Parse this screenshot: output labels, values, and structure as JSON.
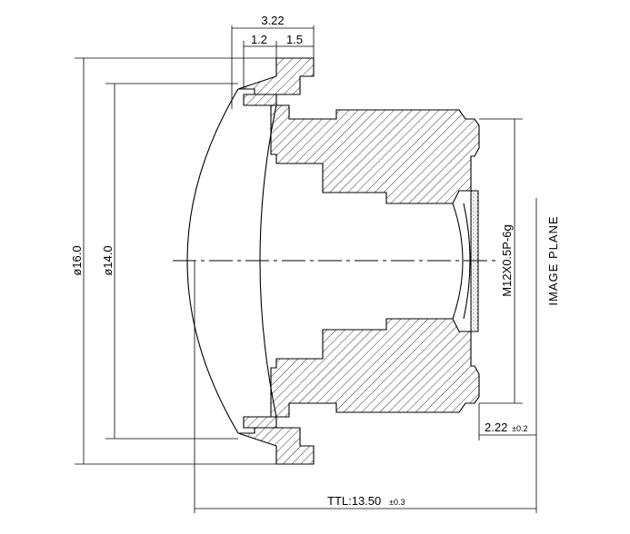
{
  "drawing": {
    "dims": {
      "total_front": "3.22",
      "front_a": "1.2",
      "front_b": "1.5",
      "dia_outer": "ø16.0",
      "dia_inner": "ø14.0",
      "thread": "M12X0.5P-6g",
      "image_plane": "IMAGE PLANE",
      "bfl_value": "2.22",
      "bfl_tol": "±0.2",
      "ttl_value": "TTL:13.50",
      "ttl_tol": "±0.3"
    },
    "colors": {
      "line": "#000000",
      "background": "#ffffff",
      "sensor_fill": "#d8d8d8"
    }
  }
}
